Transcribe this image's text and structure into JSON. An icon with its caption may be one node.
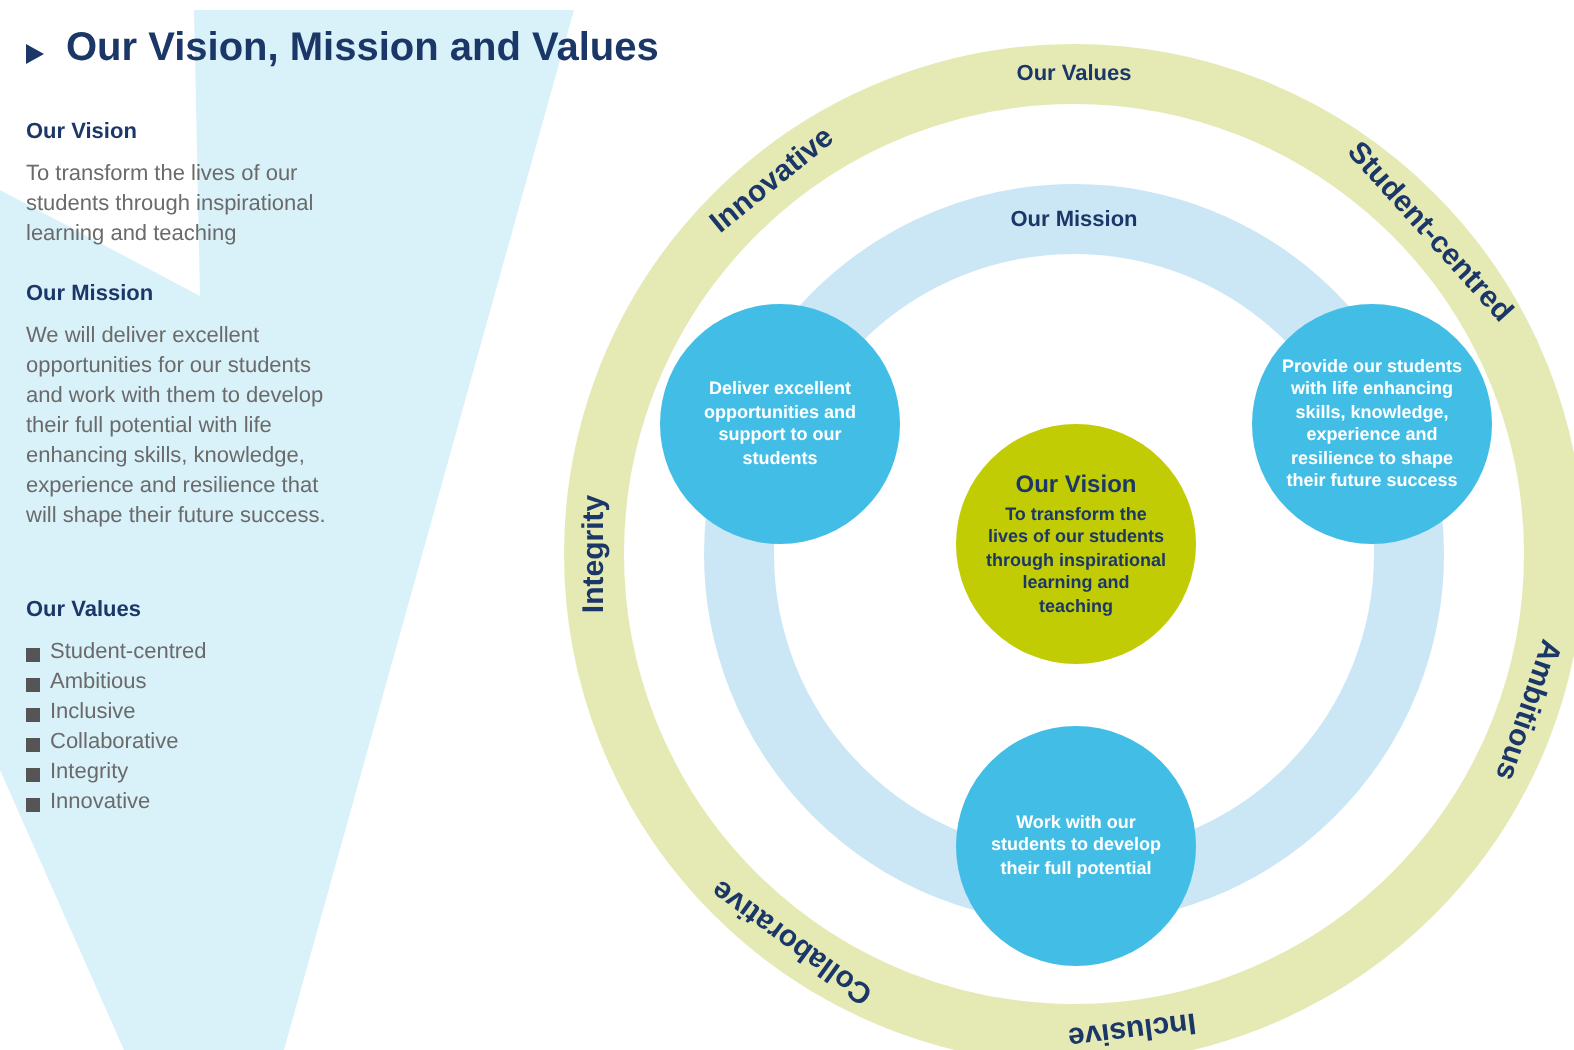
{
  "diagram": {
    "title": "Our Vision, Mission and Values",
    "nodes": [
      {
        "text": [
          "Our Values"
        ]
      },
      {
        "text": [
          "Our Mission"
        ],
        "in": 0
      },
      {
        "text": [
          "Deliver excellent opportunities and support to our students"
        ],
        "in": 0
      },
      {
        "text": [
          "Our Vision",
          "To transform the lives of our students through inspirational learning and teaching"
        ],
        "in": 1
      },
      {
        "text": [
          "Provide our students with life enhancing skills, knowledge, experience and resilience to shape their future success"
        ],
        "in": 0
      },
      {
        "text": [
          "Work with our students to develop their full potential"
        ],
        "in": 0
      }
    ],
    "edges": [],
    "labels": [
      "Our Vision",
      "To transform the lives of our students through inspirational learning and teaching",
      "Our Mission",
      "We will deliver excellent opportunities for our students and work with them to develop their full potential with life enhancing skills, knowledge, experience and resilience that will shape their future success.",
      "Our Values",
      "Student-centred",
      "Ambitious",
      "Inclusive",
      "Collaborative",
      "Integrity",
      "Innovative",
      "Student-centred",
      "Ambitious",
      "Inclusive",
      "Collaborative",
      "Integrity",
      "Innovative"
    ]
  }
}
